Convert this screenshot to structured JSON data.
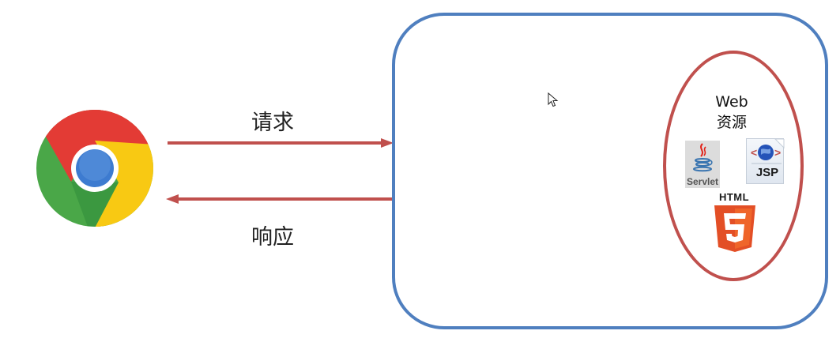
{
  "diagram": {
    "client": {
      "icon": "chrome-browser-icon"
    },
    "request": {
      "label": "请求",
      "direction": "client-to-server"
    },
    "response": {
      "label": "响应",
      "direction": "server-to-client"
    },
    "server": {
      "resources": {
        "title_line1": "Web",
        "title_line2": "资源",
        "items": [
          {
            "name": "Servlet",
            "icon": "servlet-java-icon",
            "label": "Servlet"
          },
          {
            "name": "JSP",
            "icon": "jsp-file-icon",
            "label": "JSP"
          },
          {
            "name": "HTML5",
            "icon": "html5-icon",
            "label": "HTML",
            "badge": "5"
          }
        ]
      }
    },
    "colors": {
      "server_border": "#4f7fbf",
      "resource_border": "#c0504d",
      "arrow": "#c0504d",
      "html5_orange": "#e34f26",
      "html5_orange_light": "#ef652a"
    }
  }
}
